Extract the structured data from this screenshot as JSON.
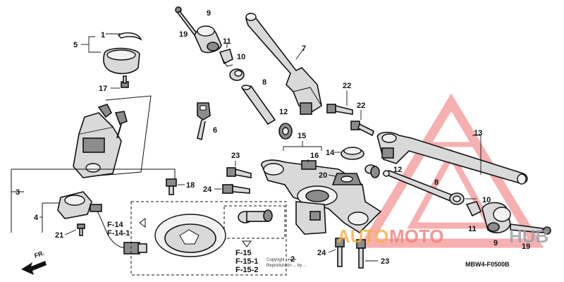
{
  "diagram": {
    "code": "MBW4-F0500B",
    "front_label": "FR.",
    "copyright_lines": [
      "Copyright ...",
      "Reproduction ... by ..."
    ],
    "part_numbers": {
      "p1": "1",
      "p2": "2",
      "p3": "3",
      "p4": "4",
      "p5": "5",
      "p6": "6",
      "p7": "7",
      "p8a": "8",
      "p8b": "8",
      "p9a": "9",
      "p9b": "9",
      "p10a": "10",
      "p10b": "10",
      "p11a": "11",
      "p11b": "11",
      "p12a": "12",
      "p12b": "12",
      "p13": "13",
      "p14": "14",
      "p15": "15",
      "p16": "16",
      "p17": "17",
      "p18": "18",
      "p19a": "19",
      "p19b": "19",
      "p20": "20",
      "p21": "21",
      "p22a": "22",
      "p22b": "22",
      "p23a": "23",
      "p23b": "23",
      "p24a": "24",
      "p24b": "24"
    },
    "refs": {
      "f14": "F-14",
      "f14_1": "F-14-1",
      "f15": "F-15",
      "f15_1": "F-15-1",
      "f15_2": "F-15-2"
    }
  },
  "watermark": {
    "part1": "AUTO",
    "part2": "MOTO",
    "part3": "HUB",
    "colors": {
      "auto": "#f5b041",
      "moto": "#f27c7c",
      "hub": "#9aa0a6",
      "triangle": "#f07070"
    }
  }
}
